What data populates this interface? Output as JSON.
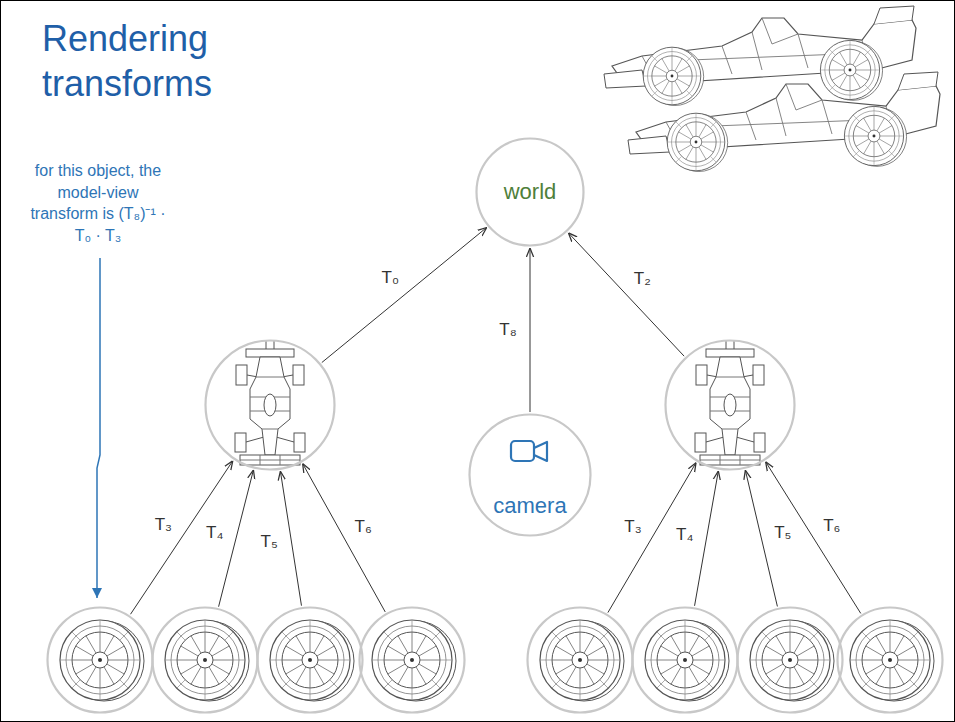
{
  "diagram": {
    "title": "Rendering transforms",
    "nodes": [
      {
        "text": [
          "world"
        ]
      },
      {
        "text": []
      },
      {
        "text": [
          "camera"
        ]
      },
      {
        "text": []
      },
      {
        "text": []
      },
      {
        "text": []
      },
      {
        "text": []
      },
      {
        "text": []
      },
      {
        "text": []
      },
      {
        "text": []
      },
      {
        "text": []
      },
      {
        "text": []
      }
    ],
    "edges": [
      {
        "from": 1,
        "to": 0,
        "arrow": "to",
        "label": "T₀"
      },
      {
        "from": 2,
        "to": 0,
        "arrow": "to",
        "label": "T₈"
      },
      {
        "from": 3,
        "to": 0,
        "arrow": "to",
        "label": "T₂"
      },
      {
        "from": 4,
        "to": 1,
        "arrow": "to",
        "label": "T₃"
      },
      {
        "from": 5,
        "to": 1,
        "arrow": "to",
        "label": "T₄"
      },
      {
        "from": 6,
        "to": 1,
        "arrow": "to",
        "label": "T₅"
      },
      {
        "from": 7,
        "to": 1,
        "arrow": "to",
        "label": "T₆"
      },
      {
        "from": 8,
        "to": 3,
        "arrow": "to",
        "label": "T₃"
      },
      {
        "from": 9,
        "to": 3,
        "arrow": "to",
        "label": "T₄"
      },
      {
        "from": 10,
        "to": 3,
        "arrow": "to",
        "label": "T₅"
      },
      {
        "from": 11,
        "to": 3,
        "arrow": "to",
        "label": "T₆"
      }
    ],
    "labels": [
      "for this object, the model-view transform is (T₈)⁻¹ · T₀ · T₃"
    ]
  }
}
